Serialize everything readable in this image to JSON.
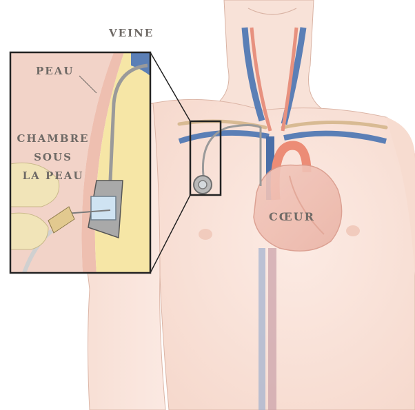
{
  "labels": {
    "vein": "VEINE",
    "skin": "PEAU",
    "chamber_line1": "CHAMBRE",
    "chamber_line2": "SOUS",
    "chamber_line3": "LA PEAU",
    "heart": "CŒUR"
  },
  "colors": {
    "skin_light": "#fbe8e0",
    "skin_shade": "#f2cdbf",
    "vein_blue": "#4a6fa8",
    "artery_red": "#e8826f",
    "fat_yellow": "#f6e6a6",
    "catheter_gray": "#9a9a9a",
    "label_gray": "#6f6a66"
  }
}
